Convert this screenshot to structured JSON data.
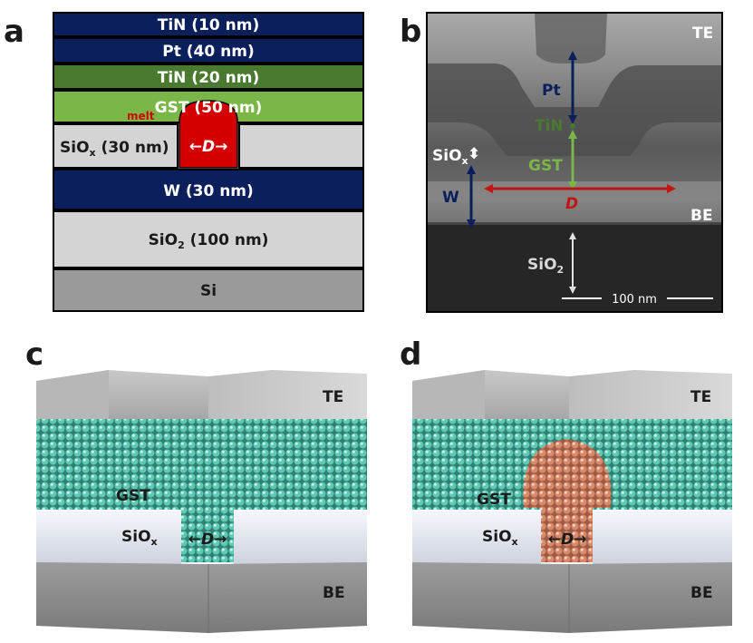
{
  "panels": {
    "a": "a",
    "b": "b",
    "c": "c",
    "d": "d"
  },
  "panel_a": {
    "layers": {
      "tin_top": "TiN (10 nm)",
      "pt": "Pt (40 nm)",
      "tin_mid": "TiN (20 nm)",
      "gst": "GST (50 nm)",
      "siox_base": "SiO",
      "siox_sub": "x",
      "siox_tail": " (30 nm)",
      "w": "W (30 nm)",
      "sio2_base": "SiO",
      "sio2_sub": "2",
      "sio2_tail": " (100 nm)",
      "si": "Si"
    },
    "melt": "melt",
    "d_label": "D"
  },
  "panel_b": {
    "te": "TE",
    "be": "BE",
    "pt": "Pt",
    "tin": "TiN",
    "siox_base": "SiO",
    "siox_sub": "x",
    "gst": "GST",
    "w": "W",
    "d": "D",
    "sio2_base": "SiO",
    "sio2_sub": "2",
    "scalebar": "100 nm"
  },
  "panel_c": {
    "te": "TE",
    "be": "BE",
    "gst": "GST",
    "siox_base": "SiO",
    "siox_sub": "x",
    "d": "D"
  },
  "panel_d": {
    "te": "TE",
    "be": "BE",
    "gst": "GST",
    "siox_base": "SiO",
    "siox_sub": "x",
    "d": "D"
  },
  "colors": {
    "navy": "#0b1f5c",
    "dark_green": "#4a7a2f",
    "light_green": "#7ab648",
    "melt_red": "#d40000",
    "gray_light": "#d4d4d4",
    "gray_si": "#9a9a9a",
    "teal_atom": "#5fc9b4",
    "copper_atom": "#d88a6a"
  }
}
